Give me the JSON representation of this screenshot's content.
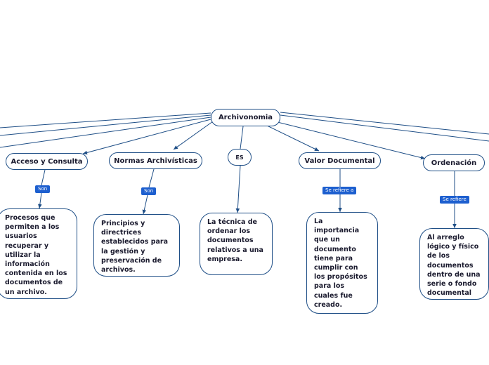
{
  "root": {
    "label": "Archivonomia"
  },
  "branches": [
    {
      "key": "acceso",
      "title": "Acceso y Consulta",
      "link": "Son",
      "detail": "Procesos que\npermiten a los\nusuarios\nrecuperar y\nutilizar la\ninformación\ncontenida en los\ndocumentos de\nun archivo."
    },
    {
      "key": "normas",
      "title": "Normas Archivísticas",
      "link": "Son",
      "detail": "Principios y\ndirectrices\nestablecidos para\nla gestión y\npreservación de\narchivos."
    },
    {
      "key": "es",
      "title": "ES",
      "link": "",
      "detail": "La técnica de\nordenar los\ndocumentos\nrelativos a una\nempresa."
    },
    {
      "key": "valor",
      "title": "Valor Documental",
      "link": "Se refiere a",
      "detail": "La\nimportancia\nque un\ndocumento\ntiene para\ncumplir con\nlos propósitos\npara los\ncuales fue\ncreado."
    },
    {
      "key": "ordenacion",
      "title": "Ordenación",
      "link": "Se refiere",
      "detail": "Al arreglo\nlógico y físico\nde los\ndocumentos\ndentro de una\nserie o fondo\ndocumental"
    }
  ],
  "colors": {
    "line": "#1e4e86",
    "tag": "#1d5fcf",
    "stroke": "#1e4e86"
  }
}
